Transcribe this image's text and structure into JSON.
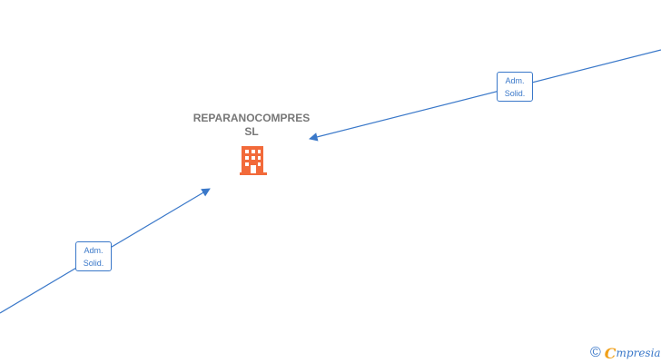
{
  "nodes": {
    "company": {
      "line1": "REPARANOCOMPRES",
      "line2": "SL",
      "icon": "building-icon",
      "color": "#f26a3a"
    }
  },
  "edges": [
    {
      "label_line1": "Adm.",
      "label_line2": "Solid."
    },
    {
      "label_line1": "Adm.",
      "label_line2": "Solid."
    }
  ],
  "edge_color": "#3a78c9",
  "watermark": {
    "symbol": "©",
    "brand_first": "C",
    "brand_rest": "mpresia"
  }
}
